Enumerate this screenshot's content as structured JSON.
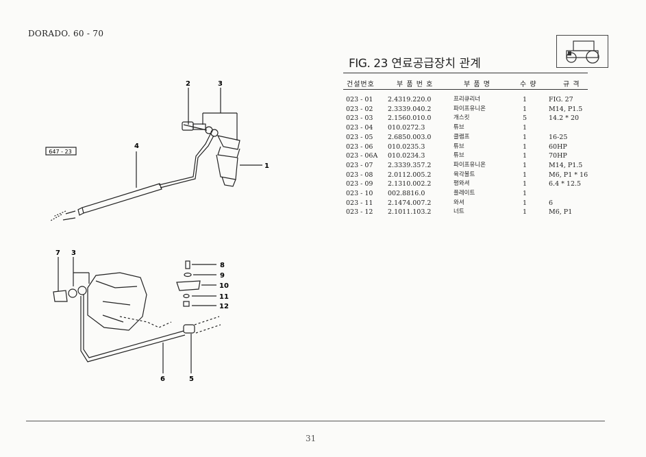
{
  "model": "DORADO. 60 - 70",
  "figure": {
    "number": "FIG. 23",
    "title": "연료공급장치 관계"
  },
  "reference_tag": "647 - 23",
  "icon": "tractor-icon",
  "table": {
    "headers": [
      "건설번호",
      "부 품 번 호",
      "부 품 명",
      "수 량",
      "규 격"
    ],
    "rows": [
      [
        "023 - 01",
        "2.4319.220.0",
        "프리큐리너",
        "1",
        "FIG. 27"
      ],
      [
        "023 - 02",
        "2.3339.040.2",
        "파이프유니온",
        "1",
        "M14, P1.5"
      ],
      [
        "023 - 03",
        "2.1560.010.0",
        "개스킷",
        "5",
        "14.2 * 20"
      ],
      [
        "023 - 04",
        "010.0272.3",
        "튜브",
        "1",
        ""
      ],
      [
        "023 - 05",
        "2.6850.003.0",
        "클램프",
        "1",
        "16-25"
      ],
      [
        "023 - 06",
        "010.0235.3",
        "튜브",
        "1",
        "60HP"
      ],
      [
        "023 - 06A",
        "010.0234.3",
        "튜브",
        "1",
        "70HP"
      ],
      [
        "023 - 07",
        "2.3339.357.2",
        "파이프유니온",
        "1",
        "M14, P1.5"
      ],
      [
        "023 - 08",
        "2.0112.005.2",
        "육각볼트",
        "1",
        "M6, P1 * 16"
      ],
      [
        "023 - 09",
        "2.1310.002.2",
        "평와셔",
        "1",
        "6.4 * 12.5"
      ],
      [
        "023 - 10",
        "002.8816.0",
        "플레이트",
        "1",
        ""
      ],
      [
        "023 - 11",
        "2.1474.007.2",
        "와셔",
        "1",
        "6"
      ],
      [
        "023 - 12",
        "2.1011.103.2",
        "너트",
        "1",
        "M6, P1"
      ]
    ]
  },
  "callouts": {
    "c2": "2",
    "c3a": "3",
    "c4": "4",
    "c1": "1",
    "c7": "7",
    "c3b": "3",
    "c8": "8",
    "c9": "9",
    "c10": "10",
    "c11": "11",
    "c12": "12",
    "c6": "6",
    "c5": "5"
  },
  "page_number": "31"
}
